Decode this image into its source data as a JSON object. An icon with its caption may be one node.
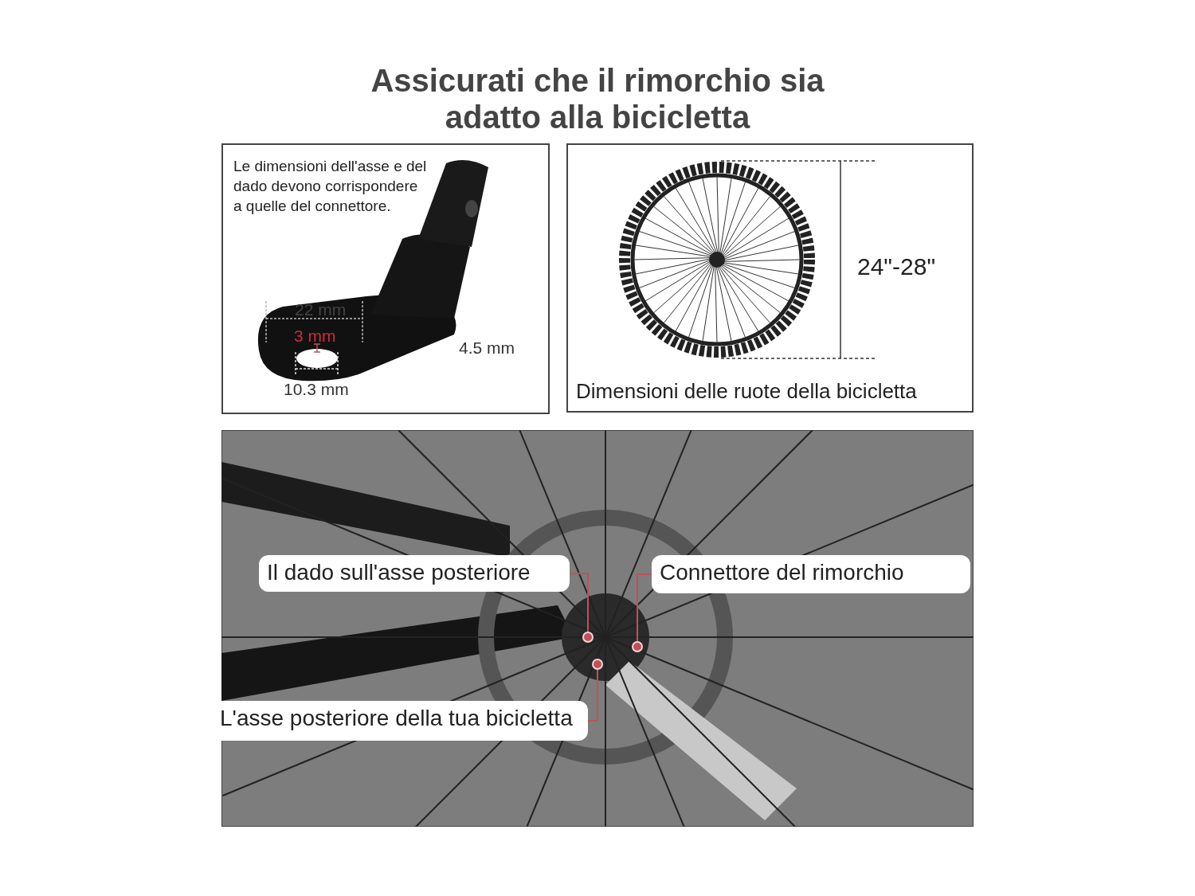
{
  "diagram": {
    "title": "Assicurati che il rimorchio sia adatto alla bicicletta",
    "nodes": [
      {
        "text": [
          "Il dado sull'asse posteriore"
        ]
      },
      {
        "text": [],
        "shape": "circle"
      },
      {
        "text": [
          "Connettore del rimorchio"
        ]
      },
      {
        "text": [],
        "shape": "circle"
      },
      {
        "text": [
          "L'asse posteriore della tua bicicletta"
        ]
      },
      {
        "text": [],
        "shape": "circle"
      }
    ],
    "edges": [
      {
        "from": 0,
        "to": 1,
        "arrow": "none"
      },
      {
        "from": 2,
        "to": 3,
        "arrow": "none"
      },
      {
        "from": 4,
        "to": 5,
        "arrow": "none"
      }
    ],
    "labels": [
      "Le dimensioni dell'asse e del dado devono corrispondere a quelle del connettore.",
      "22 mm",
      "3 mm",
      "10.3 mm",
      "4.5 mm",
      "24\"-28\"",
      "Dimensioni delle ruote della bicicletta"
    ]
  }
}
